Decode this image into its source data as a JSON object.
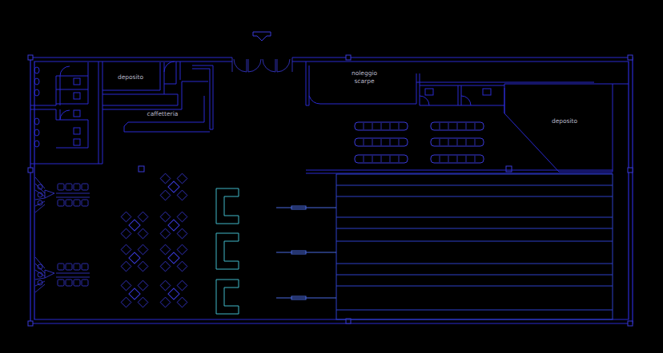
{
  "diagram": {
    "labels": [
      "deposito",
      "caffetteria",
      "noleggio scarpe",
      "deposito"
    ]
  }
}
